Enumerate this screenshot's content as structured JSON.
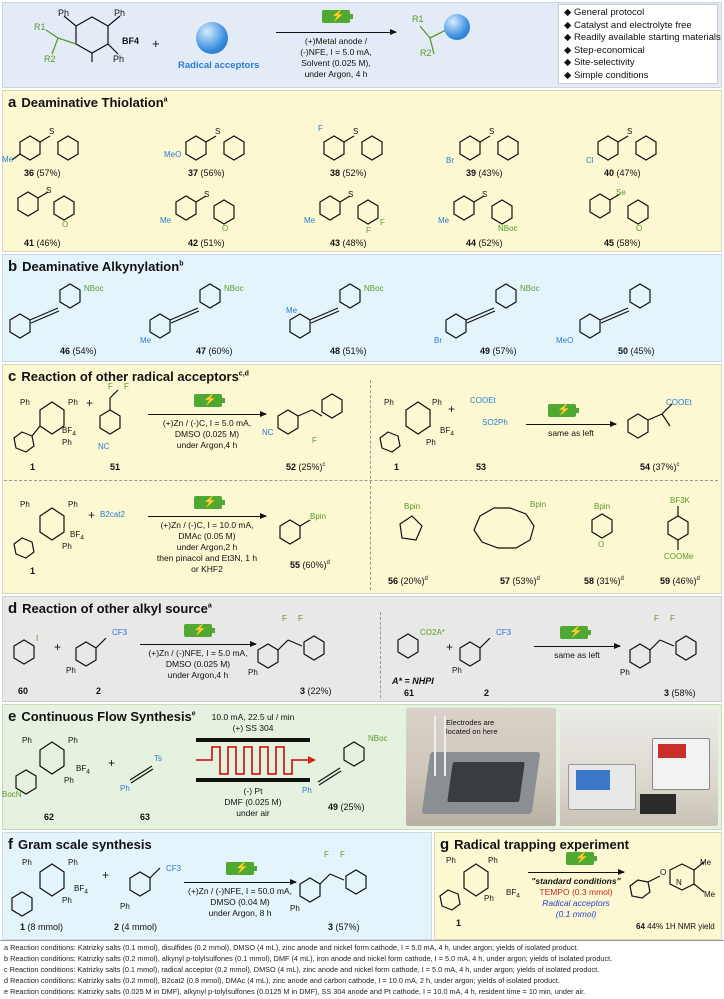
{
  "header": {
    "radical_acceptors": "Radical acceptors",
    "conditions": [
      "(+)Metal anode /",
      "(-)NFE, I = 5.0 mA,",
      "Solvent (0.025 M),",
      "under Argon, 4 h"
    ],
    "features": [
      "General protocol",
      "Catalyst and electrolyte free",
      "Readily available starting materials",
      "Step-economical",
      "Site-selectivity",
      "Simple conditions"
    ],
    "bf4": "BF4",
    "ph": "Ph",
    "r1": "R1",
    "r2": "R2"
  },
  "section_a": {
    "letter": "a",
    "title": "Deaminative Thiolation",
    "sup": "a",
    "compounds": [
      {
        "id": "36",
        "yield": "(57%)",
        "sub": "Me"
      },
      {
        "id": "37",
        "yield": "(56%)",
        "sub": "MeO"
      },
      {
        "id": "38",
        "yield": "(52%)",
        "sub": "F"
      },
      {
        "id": "39",
        "yield": "(43%)",
        "sub": "Br"
      },
      {
        "id": "40",
        "yield": "(47%)",
        "sub": "Cl"
      },
      {
        "id": "41",
        "yield": "(46%)",
        "sub": ""
      },
      {
        "id": "42",
        "yield": "(51%)",
        "sub": "Me"
      },
      {
        "id": "43",
        "yield": "(48%)",
        "sub": "Me"
      },
      {
        "id": "44",
        "yield": "(52%)",
        "sub": "Me"
      },
      {
        "id": "45",
        "yield": "(58%)",
        "sub": ""
      }
    ]
  },
  "section_b": {
    "letter": "b",
    "title": "Deaminative Alkynylation",
    "sup": "b",
    "compounds": [
      {
        "id": "46",
        "yield": "(54%)",
        "sub": ""
      },
      {
        "id": "47",
        "yield": "(60%)",
        "sub": "Me"
      },
      {
        "id": "48",
        "yield": "(51%)",
        "sub": "Me"
      },
      {
        "id": "49",
        "yield": "(57%)",
        "sub": "Br"
      },
      {
        "id": "50",
        "yield": "(45%)",
        "sub": "MeO"
      }
    ]
  },
  "section_c": {
    "letter": "c",
    "title": "Reaction of other radical acceptors",
    "sup": "c,d",
    "r1_cond": [
      "(+)Zn / (-)C, I = 5.0 mA,",
      "DMSO (0.025 M)",
      "under Argon,4 h"
    ],
    "r1_sm": "1",
    "r1_acc": "51",
    "r1_prod": "52",
    "r1_yield": "(25%)",
    "r1_sup": "c",
    "r2_cond": "same as left",
    "r2_acc": "53",
    "r2_prod": "54",
    "r2_yield": "(37%)",
    "r2_sup": "c",
    "r3_cond": [
      "(+)Zn / (-)C, I = 10.0 mA,",
      "DMAc (0.05 M)",
      "under Argon,2 h",
      "then pinacol and Et3N, 1 h",
      "or KHF2"
    ],
    "r3_reagent": "B2cat2",
    "r3_prod": "55",
    "r3_yield": "(60%)",
    "r3_sup": "d",
    "others": [
      {
        "id": "56",
        "yield": "(20%)",
        "sup": "d"
      },
      {
        "id": "57",
        "yield": "(53%)",
        "sup": "d"
      },
      {
        "id": "58",
        "yield": "(31%)",
        "sup": "d"
      },
      {
        "id": "59",
        "yield": "(46%)",
        "sup": "d"
      }
    ],
    "labels": {
      "nc": "NC",
      "cooet": "COOEt",
      "so2ph": "SO2Ph",
      "bpin": "Bpin",
      "bf3k": "BF3K",
      "coome": "COOMe",
      "f": "F"
    }
  },
  "section_d": {
    "letter": "d",
    "title": "Reaction of other alkyl source",
    "sup": "a",
    "cond": [
      "(+)Zn / (-)NFE, I = 5.0 mA,",
      "DMSO (0.025 M)",
      "under Argon,4 h"
    ],
    "sm1": "60",
    "sm2": "2",
    "prod": "3",
    "yield": "(22%)",
    "cond2": "same as left",
    "sm3": "61",
    "prod2": "3",
    "yield2": "(58%)",
    "nhpi": "A* = NHPI",
    "co2a": "CO2A*",
    "cf3": "CF3",
    "iodo": "I"
  },
  "section_e": {
    "letter": "e",
    "title": "Continuous Flow Synthesis",
    "sup": "e",
    "top": [
      "10.0 mA, 22.5 ul / min",
      "(+) SS 304"
    ],
    "bottom": [
      "(-) Pt",
      "DMF (0.025 M)",
      "under air"
    ],
    "sm1": "62",
    "sm2": "63",
    "prod": "49",
    "yield": "(25%)",
    "ts": "Ts",
    "boc": "BocN",
    "photo_note": [
      "Electrodes are",
      "located on here"
    ]
  },
  "section_f": {
    "letter": "f",
    "title": "Gram scale synthesis",
    "cond": [
      "(+)Zn / (-)NFE, I = 50.0 mA,",
      "DMSO (0.04 M)",
      "under Argon, 8 h"
    ],
    "sm1": "1",
    "sm1_amt": "(8 mmol)",
    "sm2": "2",
    "sm2_amt": "(4 mmol)",
    "prod": "3",
    "yield": "(57%)"
  },
  "section_g": {
    "letter": "g",
    "title": "Radical trapping experiment",
    "cond": [
      "\"standard conditions\""
    ],
    "tempo": "TEMPO (0.3 mmol)",
    "acc": "Radical acceptors",
    "acc2": "(0.1 mmol)",
    "prod": "64",
    "yield": "44% 1H NMR yield"
  },
  "footnotes": [
    "a Reaction conditions: Katrizky salts (0.1 mmol), disulfides (0.2 mmol), DMSO (4 mL), zinc anode and nickel form cathode, I = 5.0 mA, 4 h, under argon; yields of isolated product.",
    "b Reaction conditions: Katrizky salts (0.2 mmol), alkynyl p-tolylsulfones (0.1 mmol), DMF (4 mL), iron anode and nickel form cathode, I = 5.0 mA, 4 h, under argon;  yields of isolated product.",
    "c Reaction conditions: Katrizky salts (0.1 mmol), radical acceptor (0.2 mmol), DMSO (4 mL), zinc anode and nickel form cathode, I = 5.0 mA, 4 h, under argon; yields of isolated product.",
    "d Reaction conditions: Katrizky salts (0.2 mmol), B2cat2 (0.8 mmol), DMAc (4 mL), zinc anode and carbon cathode, I = 10.0 mA, 2 h, under argon; yields of isolated product.",
    "e Reaction conditions: Katrizky salts (0.025 M in DMF), alkynyl p-tolylsulfones (0.0125 M in DMF), SS 304 anode and Pt cathode, I = 10.0 mA, 4 h, resident time = 10 min, under air."
  ]
}
